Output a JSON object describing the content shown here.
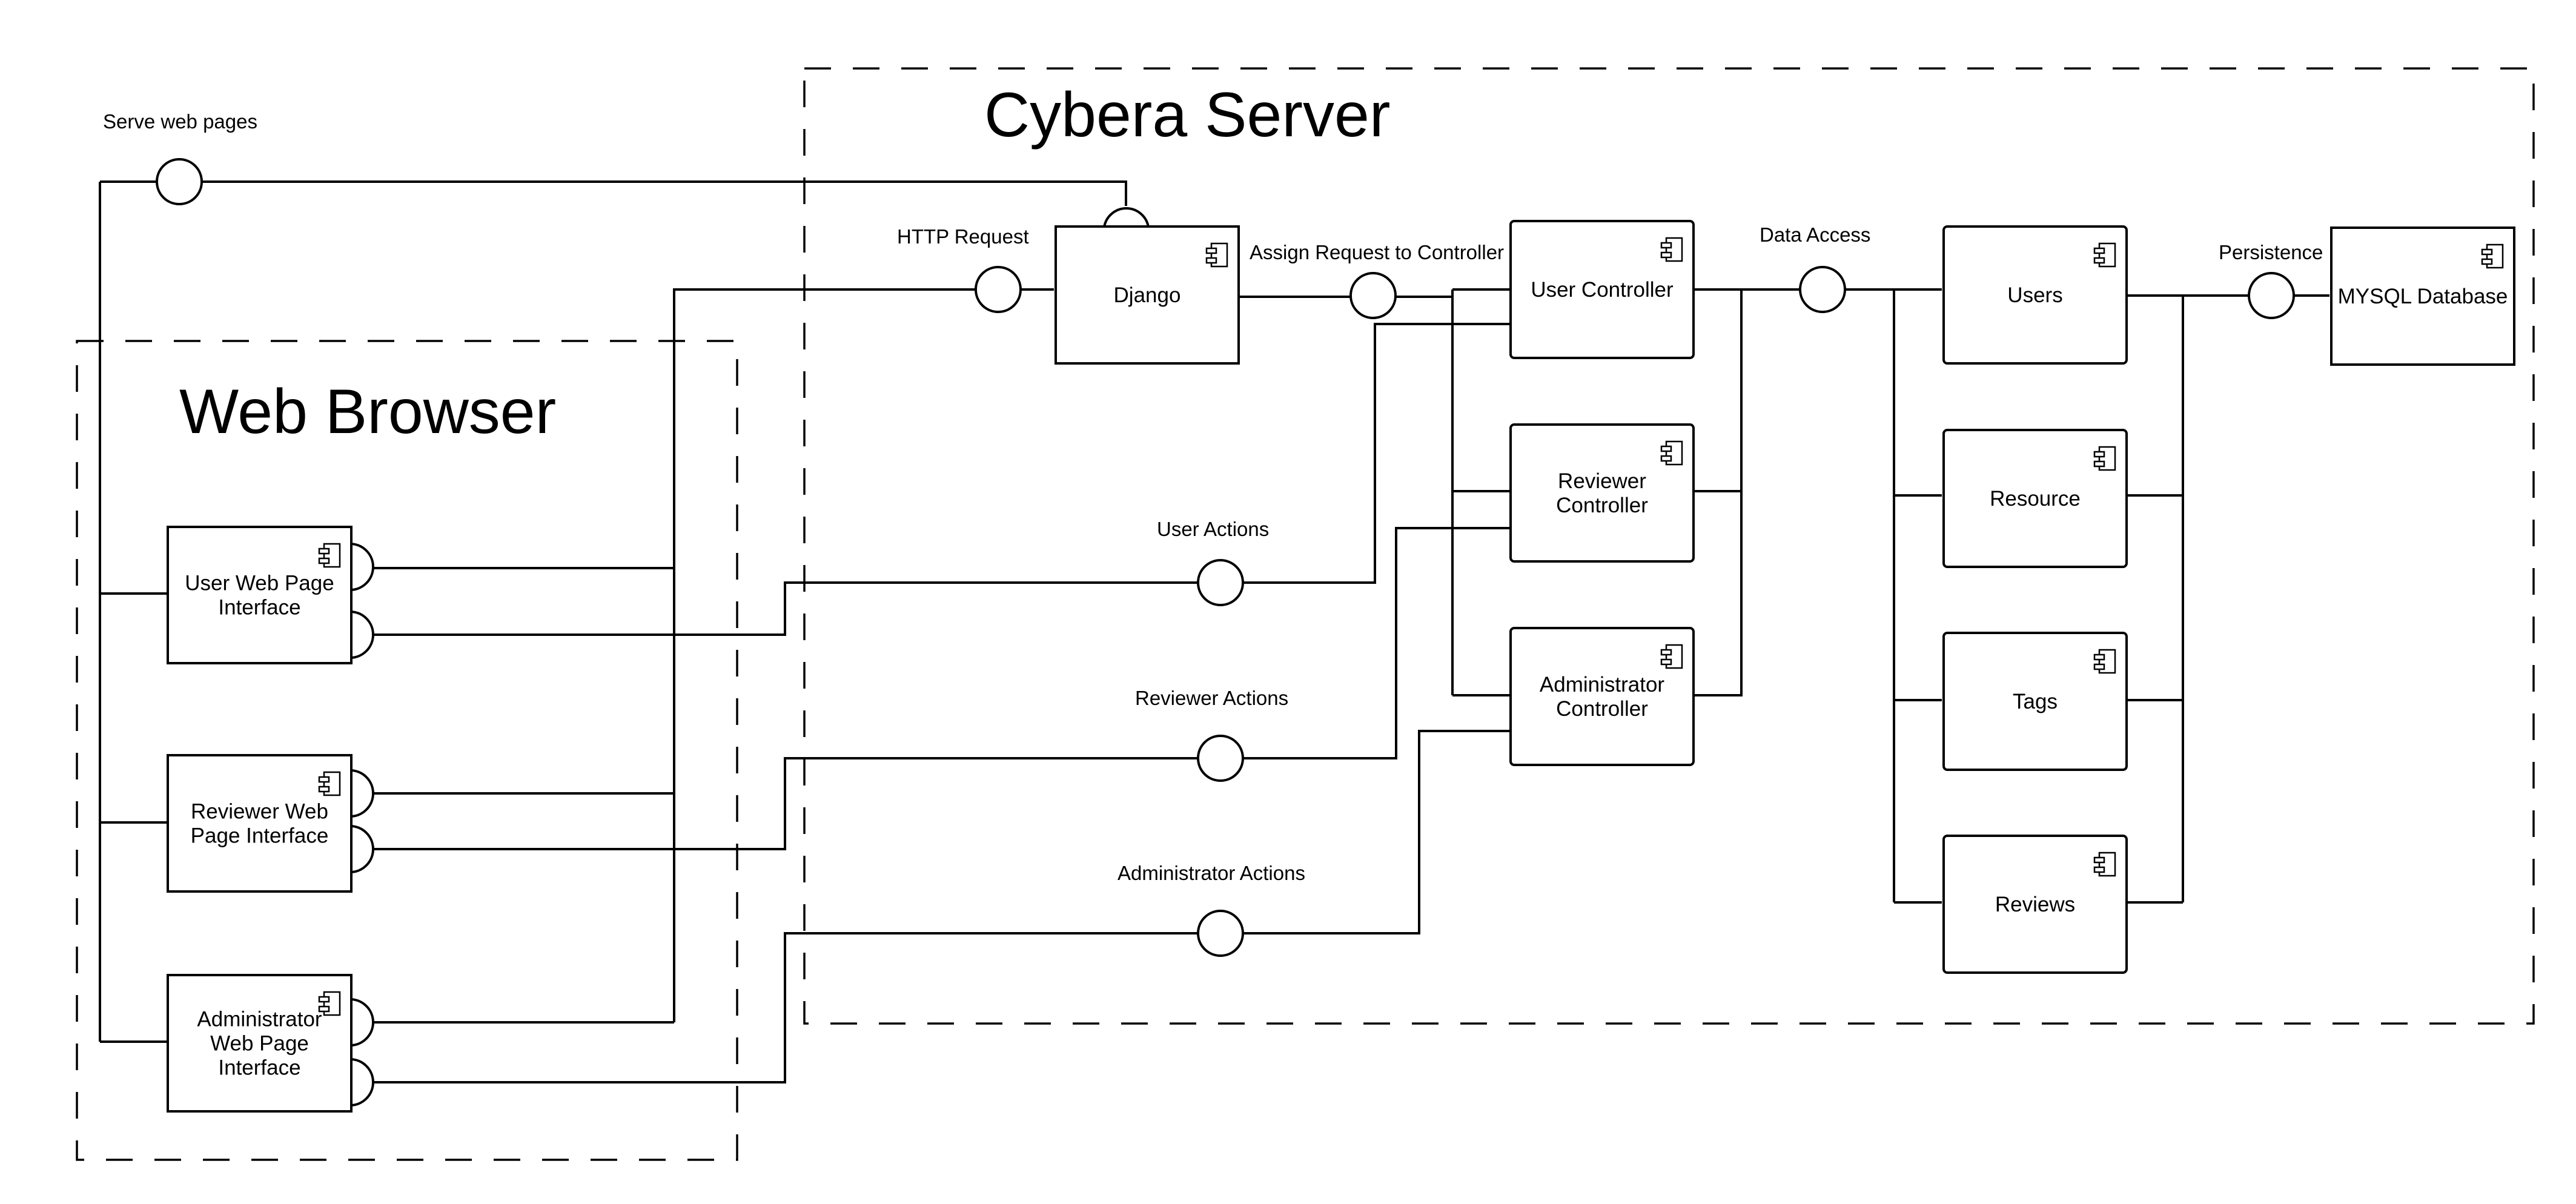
{
  "boundaries": {
    "server": "Cybera Server",
    "browser": "Web Browser"
  },
  "components": {
    "user_ui": [
      "User Web Page",
      "Interface"
    ],
    "reviewer_ui": [
      "Reviewer Web",
      "Page Interface"
    ],
    "admin_ui": [
      "Administrator",
      "Web Page",
      "Interface"
    ],
    "django": [
      "Django"
    ],
    "user_controller": [
      "User Controller"
    ],
    "reviewer_controller": [
      "Reviewer",
      "Controller"
    ],
    "admin_controller": [
      "Administrator",
      "Controller"
    ],
    "users": [
      "Users"
    ],
    "resource": [
      "Resource"
    ],
    "tags": [
      "Tags"
    ],
    "reviews": [
      "Reviews"
    ],
    "mysql": [
      "MYSQL Database"
    ]
  },
  "interfaces": {
    "serve_web_pages": "Serve web pages",
    "http_request": "HTTP Request",
    "assign_request": "Assign Request to Controller",
    "user_actions": "User Actions",
    "reviewer_actions": "Reviewer Actions",
    "administrator_actions": "Administrator Actions",
    "data_access": "Data Access",
    "persistence": "Persistence"
  },
  "icon": "component-icon"
}
